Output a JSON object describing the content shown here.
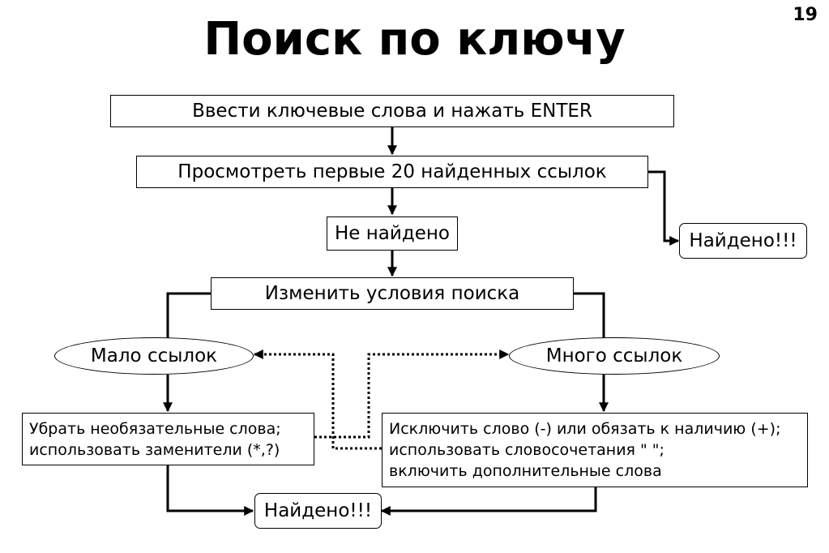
{
  "page": {
    "title": "Поиск по ключу",
    "number": "19"
  },
  "nodes": {
    "enter_keywords": "Ввести ключевые слова и нажать ENTER",
    "view_first_links": "Просмотреть первые 20 найденных ссылок",
    "found_top": "Найдено!!!",
    "not_found": "Не найдено",
    "change_conditions": "Изменить условия поиска",
    "few_links": "Мало ссылок",
    "many_links": "Много ссылок",
    "remove_optional": [
      "Убрать необязательные слова;",
      "использовать заменители (*,?)"
    ],
    "exclude_include": [
      "Исключить слово (-) или обязать к наличию (+);",
      "использовать словосочетания \" \";",
      "включить дополнительные слова"
    ],
    "found_bottom": "Найдено!!!"
  }
}
